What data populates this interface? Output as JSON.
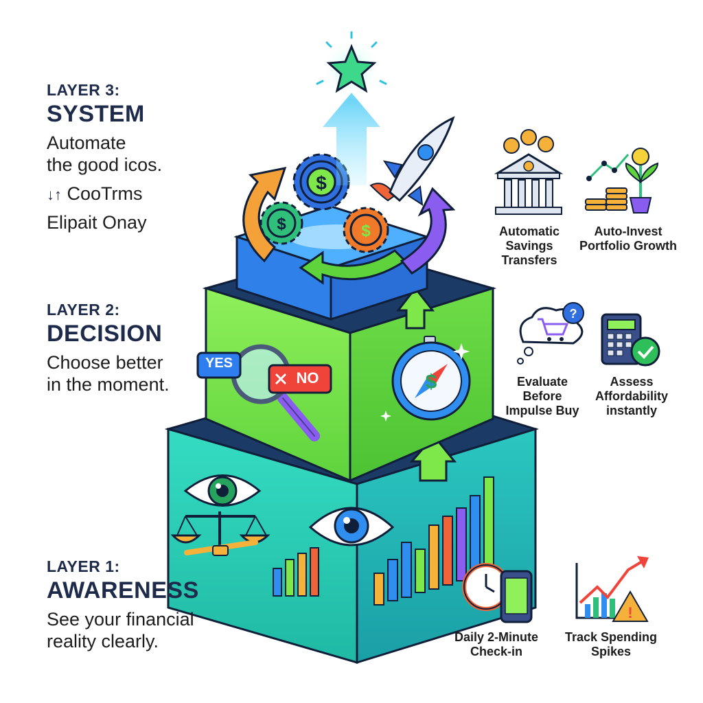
{
  "layers": [
    {
      "num": "LAYER 3:",
      "name": "SYSTEM",
      "desc": "Automate\nthe good icos.",
      "extra": [
        "CooTrms",
        "Elipait Onay"
      ],
      "features": [
        {
          "label": "Automatic\nSavings\nTransfers",
          "icon": "bank-coins-icon"
        },
        {
          "label": "Auto-Invest\nPortfolio Growth",
          "icon": "growth-plant-icon"
        }
      ]
    },
    {
      "num": "LAYER 2:",
      "name": "DECISION",
      "desc": "Choose better\nin the moment.",
      "features": [
        {
          "label": "Evaluate\nBefore\nImpulse Buy",
          "icon": "cart-thought-icon"
        },
        {
          "label": "Assess\nAffordability\ninstantly",
          "icon": "calculator-check-icon"
        }
      ],
      "chips": {
        "yes": "YES",
        "no": "NO"
      }
    },
    {
      "num": "LAYER 1:",
      "name": "AWARENESS",
      "desc": "See your financial\nreality clearly.",
      "features": [
        {
          "label": "Daily 2-Minute\nCheck-in",
          "icon": "clock-phone-icon"
        },
        {
          "label": "Track Spending\nSpikes",
          "icon": "spike-chart-icon"
        }
      ]
    }
  ],
  "colors": {
    "layer1": "#2fd9b8",
    "layer2": "#7ee84a",
    "layer3": "#2f8ef0",
    "text": "#1e2a4a"
  }
}
